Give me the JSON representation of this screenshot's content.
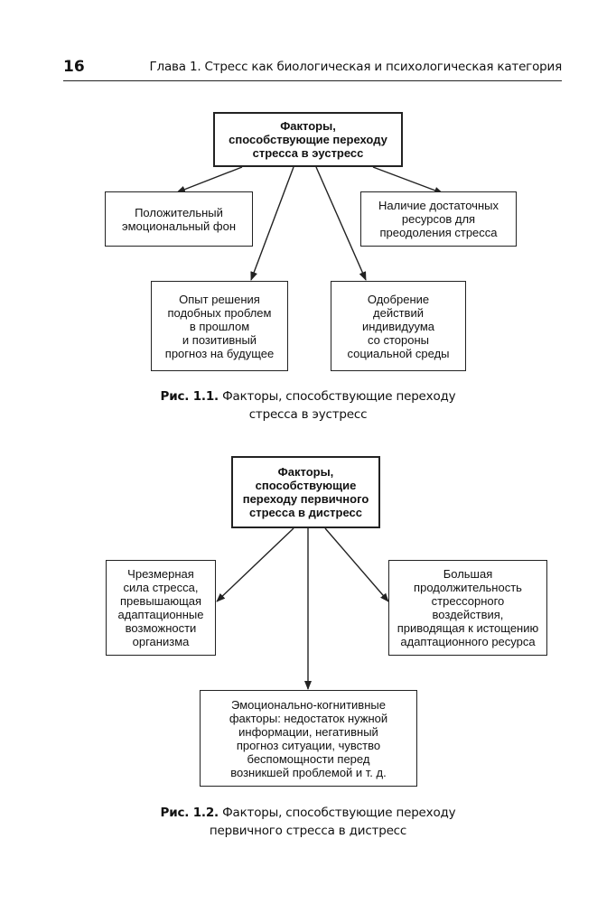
{
  "header": {
    "page_number": "16",
    "running_head": "Глава 1. Стресс как биологическая и психологическая категория"
  },
  "figure1": {
    "root": "Факторы,\nспособствующие переходу\nстресса в эустресс",
    "left": "Положительный\nэмоциональный фон",
    "right": "Наличие достаточных\nресурсов для\nпреодоления стресса",
    "bottom_left": "Опыт решения\nподобных проблем\nв прошлом\nи позитивный\nпрогноз на будущее",
    "bottom_right": "Одобрение\nдействий\nиндивидуума\nсо стороны\nсоциальной среды",
    "caption_number": "Рис. 1.1.",
    "caption_text": " Факторы, способствующие переходу",
    "caption_text2": "стресса в эустресс"
  },
  "figure2": {
    "root": "Факторы,\nспособствующие\nпереходу первичного\nстресса в дистресс",
    "left": "Чрезмерная\nсила стресса,\nпревышающая\nадаптационные\nвозможности\nорганизма",
    "right": "Большая\nпродолжительность\nстрессорного\nвоздействия,\nприводящая к истощению\nадаптационного ресурса",
    "bottom": "Эмоционально-когнитивные\nфакторы: недостаток нужной\nинформации, негативный\nпрогноз ситуации, чувство\nбеспомощности перед\nвозникшей проблемой и т. д.",
    "caption_number": "Рис. 1.2.",
    "caption_text": " Факторы, способствующие переходу",
    "caption_text2": "первичного стресса в дистресс"
  }
}
